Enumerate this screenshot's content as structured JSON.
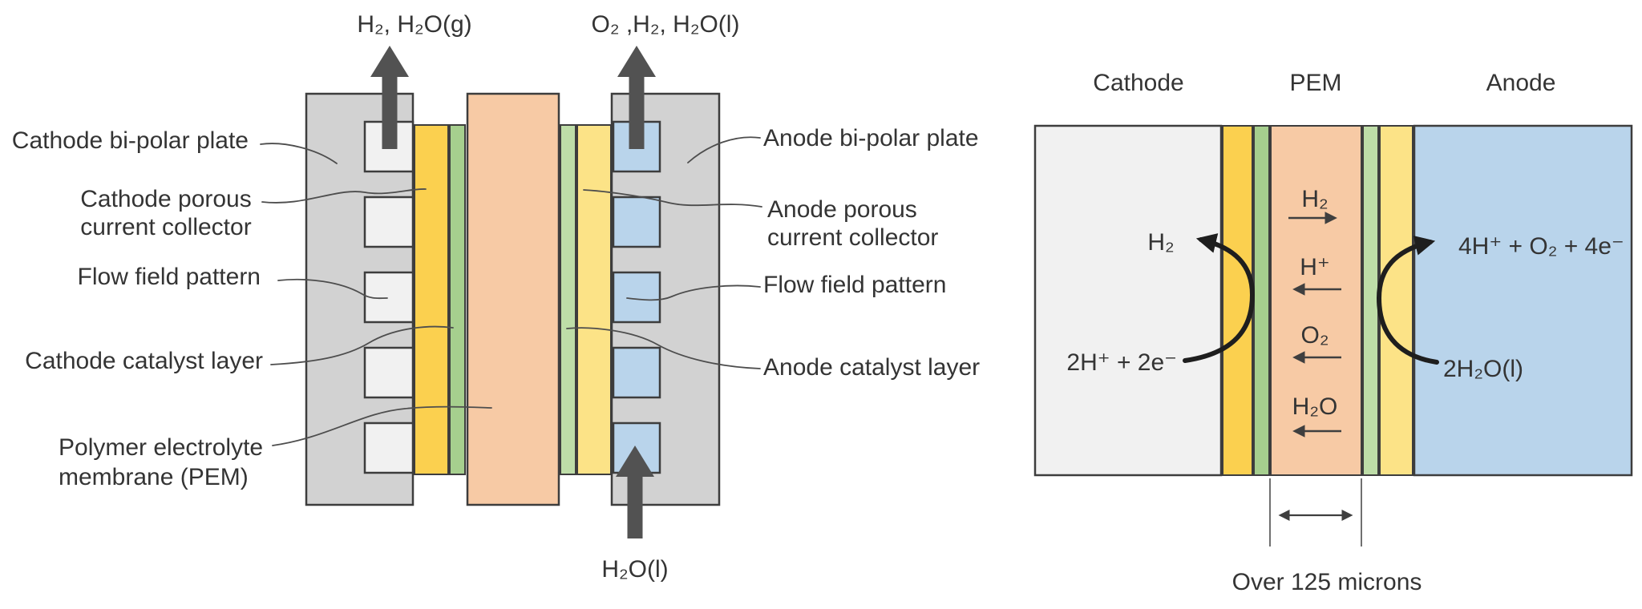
{
  "left_diagram": {
    "outlet_cathode": "H₂, H₂O(g)",
    "outlet_anode": "O₂ ,H₂, H₂O(l)",
    "inlet_water": "H₂O(l)",
    "cathode_bipolar_plate": "Cathode bi-polar plate",
    "cathode_porous_line1": "Cathode porous",
    "cathode_porous_line2": "current collector",
    "flow_field_left": "Flow field pattern",
    "cathode_catalyst": "Cathode catalyst layer",
    "pem_line1": "Polymer electrolyte",
    "pem_line2": "membrane (PEM)",
    "anode_bipolar_plate": "Anode bi-polar plate",
    "anode_porous_line1": "Anode porous",
    "anode_porous_line2": "current collector",
    "flow_field_right": "Flow field pattern",
    "anode_catalyst": "Anode catalyst layer"
  },
  "right_diagram": {
    "header_cathode": "Cathode",
    "header_pem": "PEM",
    "header_anode": "Anode",
    "membrane_species_h2": "H₂",
    "membrane_species_hplus": "H⁺",
    "membrane_species_o2": "O₂",
    "membrane_species_h2o": "H₂O",
    "cathode_product": "H₂",
    "cathode_reaction": "2H⁺ + 2e⁻",
    "anode_products": "4H⁺ + O₂ + 4e⁻",
    "anode_feed": "2H₂O(l)",
    "membrane_thickness": "Over 125 microns"
  },
  "colors": {
    "plate_gray": "#d2d2d2",
    "flow_channel_white": "#f1f1f1",
    "flow_channel_blue": "#b9d4eb",
    "porous_collector_cathode": "#fbd04f",
    "catalyst_cathode": "#a6cf8e",
    "membrane_orange": "#f7caa5",
    "catalyst_anode": "#bedda8",
    "porous_collector_anode": "#fce387",
    "cathode_box": "#f1f1f1",
    "anode_box": "#b9d4eb",
    "arrow_gray": "#525252"
  }
}
